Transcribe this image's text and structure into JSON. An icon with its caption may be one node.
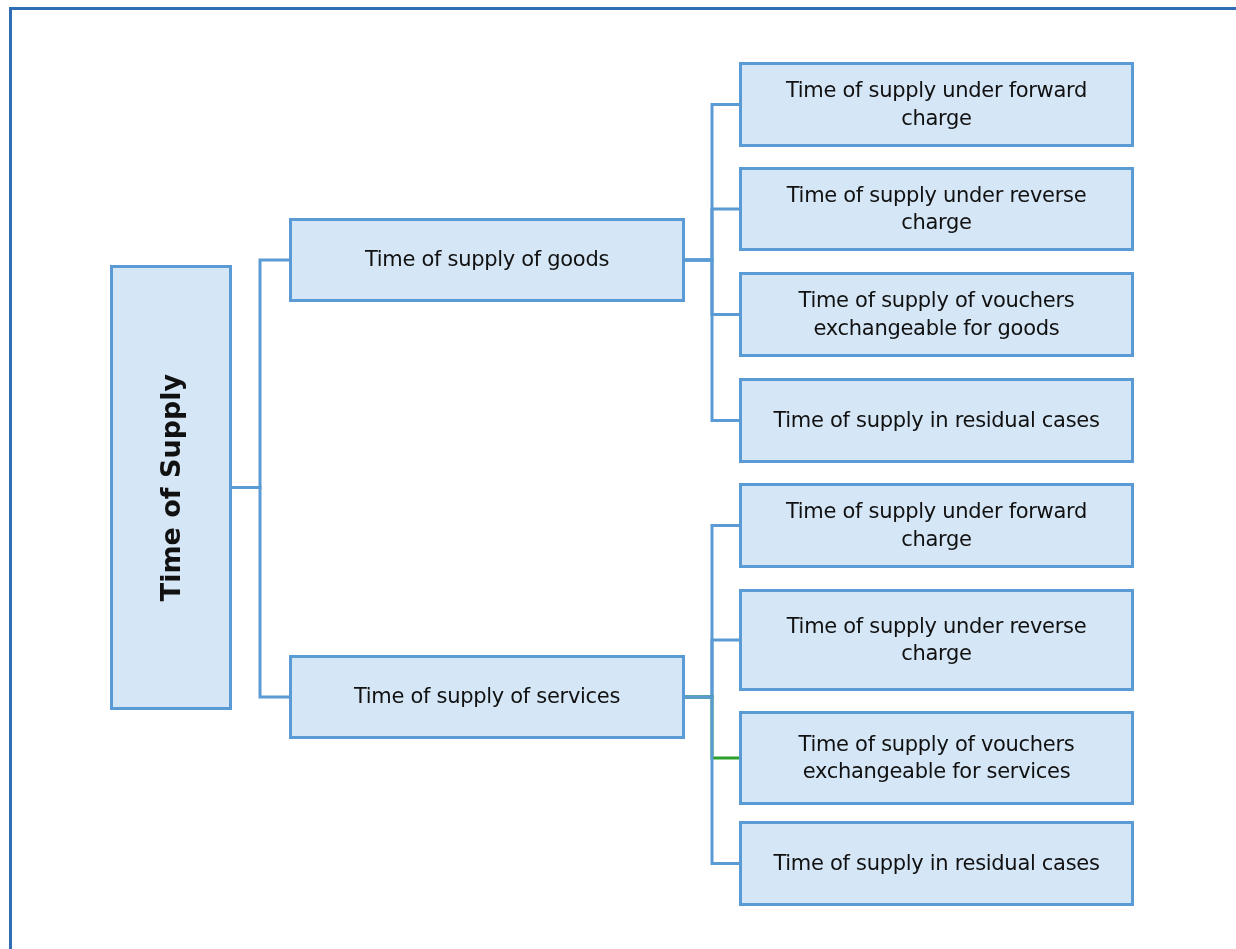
{
  "diagram": {
    "nodes": [
      {
        "text": [
          "Time of Supply"
        ]
      },
      {
        "text": [
          "Time of supply of goods"
        ]
      },
      {
        "text": [
          "Time of supply under forward charge"
        ]
      },
      {
        "text": [
          "Time of supply under reverse charge"
        ]
      },
      {
        "text": [
          "Time of supply of vouchers exchangeable for goods"
        ]
      },
      {
        "text": [
          "Time of supply in residual cases"
        ]
      },
      {
        "text": [
          "Time of supply of services"
        ]
      },
      {
        "text": [
          "Time of supply under forward charge"
        ]
      },
      {
        "text": [
          "Time of supply under reverse charge"
        ]
      },
      {
        "text": [
          "Time of supply of vouchers exchangeable for services"
        ]
      },
      {
        "text": [
          "Time of supply in residual cases"
        ]
      }
    ],
    "edges": [
      {
        "from": 0,
        "to": 1,
        "arrow": "none"
      },
      {
        "from": 0,
        "to": 6,
        "arrow": "none"
      },
      {
        "from": 1,
        "to": 2,
        "arrow": "none"
      },
      {
        "from": 1,
        "to": 3,
        "arrow": "none"
      },
      {
        "from": 1,
        "to": 4,
        "arrow": "none"
      },
      {
        "from": 1,
        "to": 5,
        "arrow": "none"
      },
      {
        "from": 6,
        "to": 7,
        "arrow": "none"
      },
      {
        "from": 6,
        "to": 8,
        "arrow": "none"
      },
      {
        "from": 6,
        "to": 9,
        "arrow": "none",
        "color": "#2ca02c"
      },
      {
        "from": 6,
        "to": 10,
        "arrow": "none"
      }
    ]
  }
}
